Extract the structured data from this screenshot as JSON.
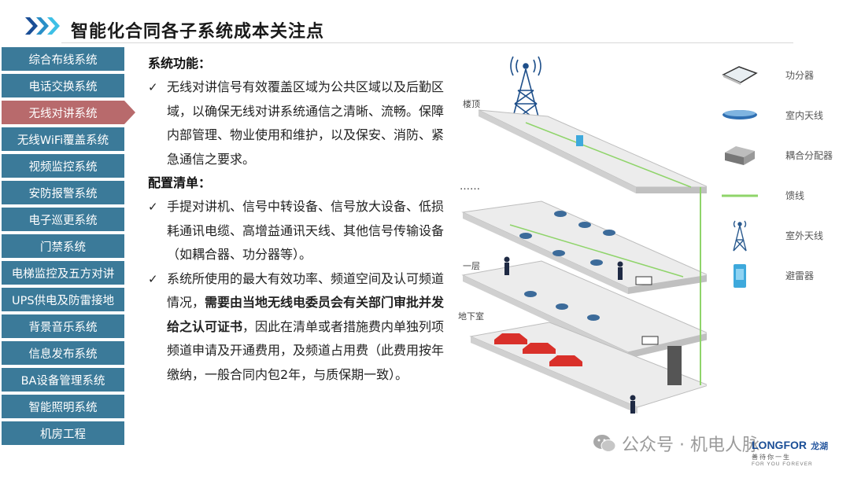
{
  "header": {
    "title": "智能化合同各子系统成本关注点"
  },
  "sidebar": {
    "items": [
      {
        "label": "综合布线系统"
      },
      {
        "label": "电话交换系统"
      },
      {
        "label": "无线对讲系统"
      },
      {
        "label": "无线WiFi覆盖系统"
      },
      {
        "label": "视频监控系统"
      },
      {
        "label": "安防报警系统"
      },
      {
        "label": "电子巡更系统"
      },
      {
        "label": "门禁系统"
      },
      {
        "label": "电梯监控及五方对讲"
      },
      {
        "label": "UPS供电及防雷接地"
      },
      {
        "label": "背景音乐系统"
      },
      {
        "label": "信息发布系统"
      },
      {
        "label": "BA设备管理系统"
      },
      {
        "label": "智能照明系统"
      },
      {
        "label": "机房工程"
      }
    ],
    "active_index": 2
  },
  "content": {
    "function_title": "系统功能：",
    "function_text": "无线对讲信号有效覆盖区域为公共区域以及后勤区域，以确保无线对讲系统通信之清晰、流畅。保障内部管理、物业使用和维护，以及保安、消防、紧急通信之要求。",
    "config_title": "配置清单：",
    "config_text": "手提对讲机、信号中转设备、信号放大设备、低损耗通讯电缆、高增益通讯天线、其他信号传输设备（如耦合器、功分器等）。",
    "note_text_a": "系统所使用的最大有效功率、频道空间及认可频道情况，",
    "note_text_bold": "需要由当地无线电委员会有关部门审批并发给之认可证书",
    "note_text_b": "，因此在清单或者措施费内单独列项频道申请及开通费用，及频道占用费（此费用按年缴纳，一般合同内包2年，与质保期一致）。",
    "check_mark": "✓"
  },
  "illustration": {
    "floor_labels": [
      "楼顶",
      "一层",
      "地下室"
    ],
    "ellipsis": "……"
  },
  "legend": {
    "items": [
      {
        "label": "功分器",
        "icon": "splitter-icon"
      },
      {
        "label": "室内天线",
        "icon": "indoor-antenna-icon"
      },
      {
        "label": "耦合分配器",
        "icon": "coupler-icon"
      },
      {
        "label": "馈线",
        "icon": "feeder-line-icon"
      },
      {
        "label": "室外天线",
        "icon": "outdoor-antenna-icon"
      },
      {
        "label": "避雷器",
        "icon": "lightning-arrester-icon"
      }
    ]
  },
  "footer": {
    "watermark": "公众号 · 机电人脉",
    "logo_en": "LONGFOR",
    "logo_zh": "龙湖",
    "logo_slogan": "善待你一生",
    "logo_slogan_en": "FOR YOU FOREVER"
  },
  "colors": {
    "sidebar_bg": "#3b7a99",
    "sidebar_active": "#b86a6c",
    "feeder_green": "#8fd46a",
    "brand_blue": "#1a4e96"
  }
}
